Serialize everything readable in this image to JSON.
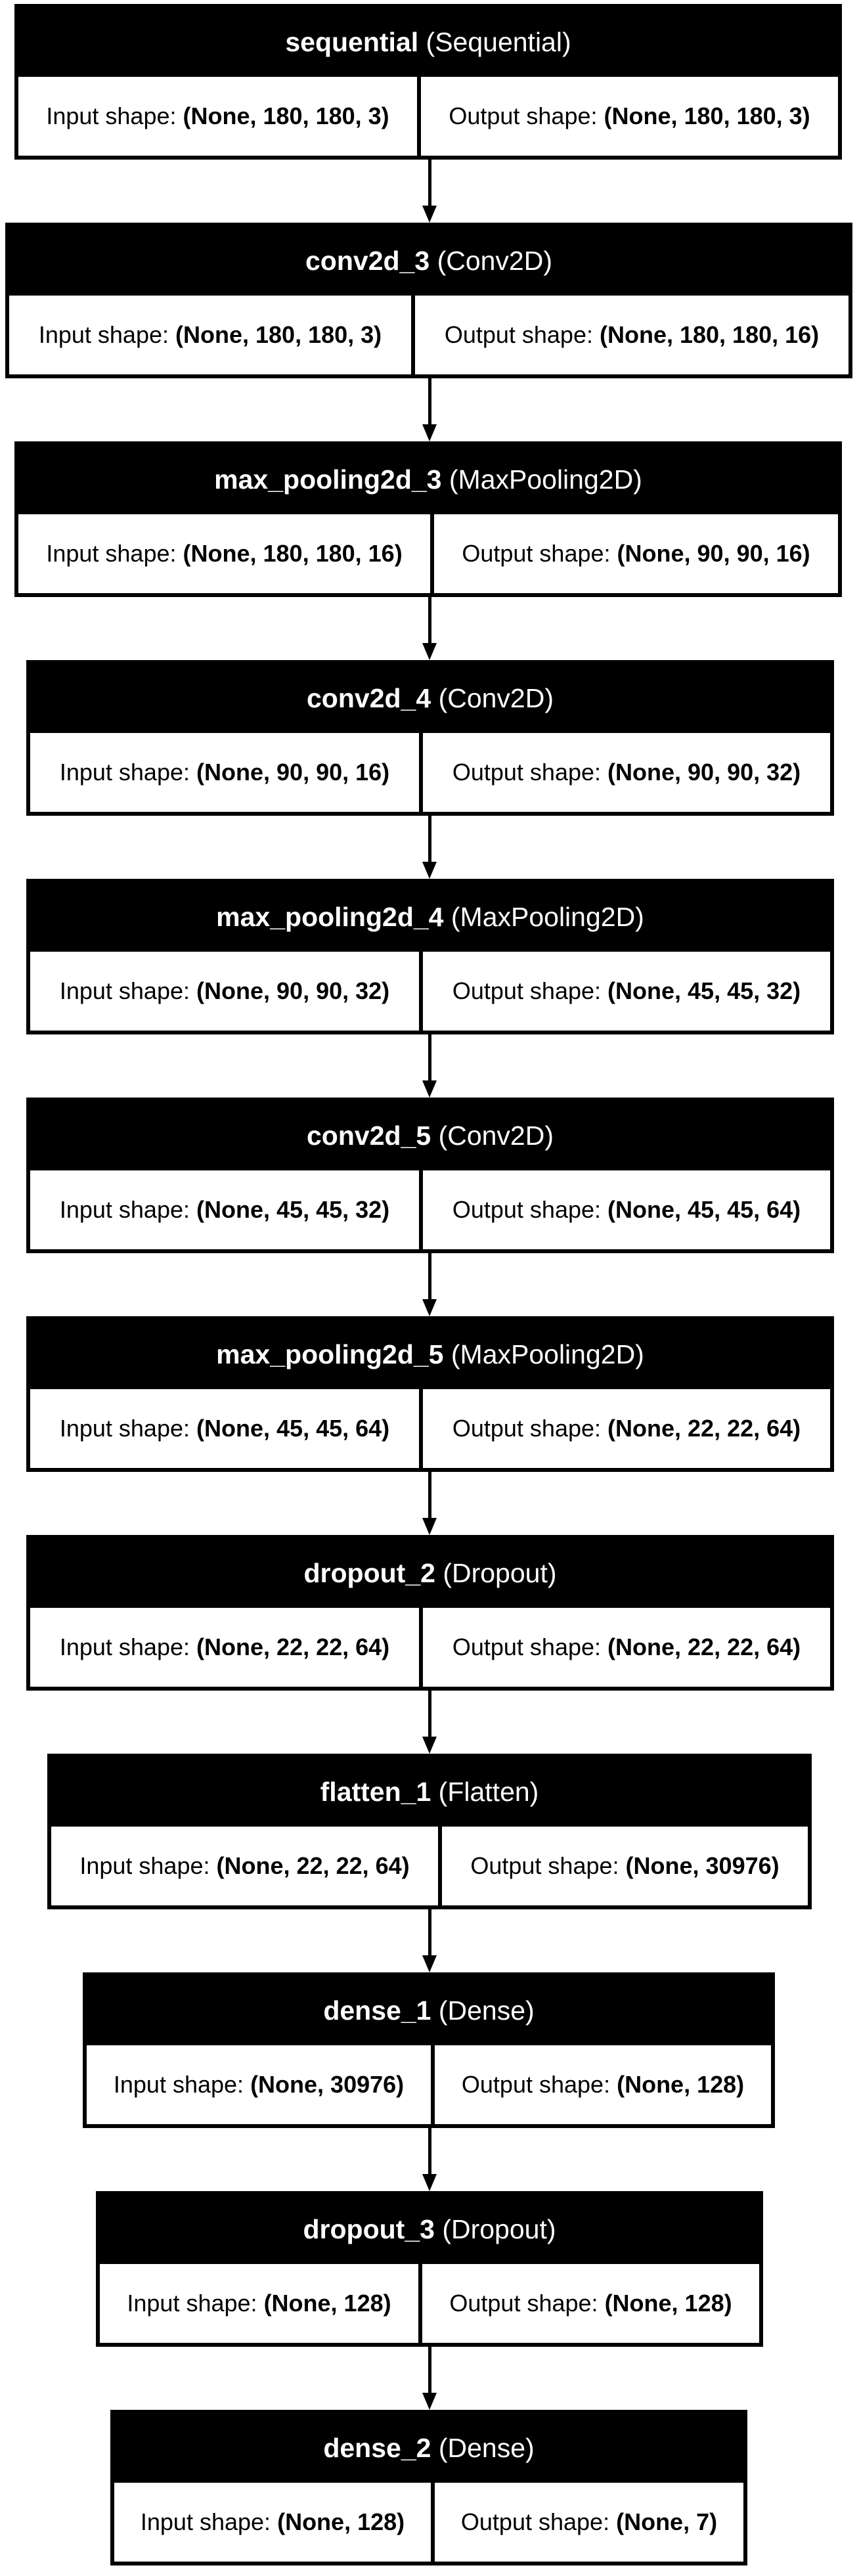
{
  "diagram": {
    "layers": [
      {
        "name": "sequential",
        "type": "(Sequential)",
        "input_label": "Input shape:",
        "input_shape": "(None, 180, 180, 3)",
        "output_label": "Output shape:",
        "output_shape": "(None, 180, 180, 3)"
      },
      {
        "name": "conv2d_3",
        "type": "(Conv2D)",
        "input_label": "Input shape:",
        "input_shape": "(None, 180, 180, 3)",
        "output_label": "Output shape:",
        "output_shape": "(None, 180, 180, 16)"
      },
      {
        "name": "max_pooling2d_3",
        "type": "(MaxPooling2D)",
        "input_label": "Input shape:",
        "input_shape": "(None, 180, 180, 16)",
        "output_label": "Output shape:",
        "output_shape": "(None, 90, 90, 16)"
      },
      {
        "name": "conv2d_4",
        "type": "(Conv2D)",
        "input_label": "Input shape:",
        "input_shape": "(None, 90, 90, 16)",
        "output_label": "Output shape:",
        "output_shape": "(None, 90, 90, 32)"
      },
      {
        "name": "max_pooling2d_4",
        "type": "(MaxPooling2D)",
        "input_label": "Input shape:",
        "input_shape": "(None, 90, 90, 32)",
        "output_label": "Output shape:",
        "output_shape": "(None, 45, 45, 32)"
      },
      {
        "name": "conv2d_5",
        "type": "(Conv2D)",
        "input_label": "Input shape:",
        "input_shape": "(None, 45, 45, 32)",
        "output_label": "Output shape:",
        "output_shape": "(None, 45, 45, 64)"
      },
      {
        "name": "max_pooling2d_5",
        "type": "(MaxPooling2D)",
        "input_label": "Input shape:",
        "input_shape": "(None, 45, 45, 64)",
        "output_label": "Output shape:",
        "output_shape": "(None, 22, 22, 64)"
      },
      {
        "name": "dropout_2",
        "type": "(Dropout)",
        "input_label": "Input shape:",
        "input_shape": "(None, 22, 22, 64)",
        "output_label": "Output shape:",
        "output_shape": "(None, 22, 22, 64)"
      },
      {
        "name": "flatten_1",
        "type": "(Flatten)",
        "input_label": "Input shape:",
        "input_shape": "(None, 22, 22, 64)",
        "output_label": "Output shape:",
        "output_shape": "(None, 30976)"
      },
      {
        "name": "dense_1",
        "type": "(Dense)",
        "input_label": "Input shape:",
        "input_shape": "(None, 30976)",
        "output_label": "Output shape:",
        "output_shape": "(None, 128)"
      },
      {
        "name": "dropout_3",
        "type": "(Dropout)",
        "input_label": "Input shape:",
        "input_shape": "(None, 128)",
        "output_label": "Output shape:",
        "output_shape": "(None, 128)"
      },
      {
        "name": "dense_2",
        "type": "(Dense)",
        "input_label": "Input shape:",
        "input_shape": "(None, 128)",
        "output_label": "Output shape:",
        "output_shape": "(None, 7)"
      }
    ]
  }
}
